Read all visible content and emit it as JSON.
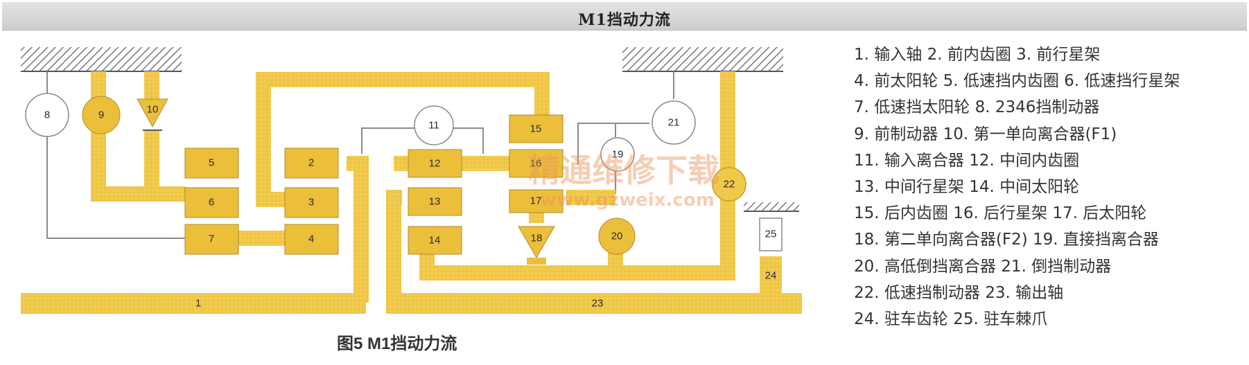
{
  "header": {
    "title": "M1挡动力流"
  },
  "caption": "图5  M1挡动力流",
  "components": {
    "c1": "1",
    "c2": "2",
    "c3": "3",
    "c4": "4",
    "c5": "5",
    "c6": "6",
    "c7": "7",
    "c8": "8",
    "c9": "9",
    "c10": "10",
    "c11": "11",
    "c12": "12",
    "c13": "13",
    "c14": "14",
    "c15": "15",
    "c16": "16",
    "c17": "17",
    "c18": "18",
    "c19": "19",
    "c20": "20",
    "c21": "21",
    "c22": "22",
    "c23": "23",
    "c24": "24",
    "c25": "25"
  },
  "legend": [
    "1. 输入轴    2. 前内齿圈    3. 前行星架",
    "4. 前太阳轮  5. 低速挡内齿圈    6. 低速挡行星架",
    "7. 低速挡太阳轮    8. 2346挡制动器",
    "9. 前制动器       10. 第一单向离合器(F1)",
    "11. 输入离合器    12. 中间内齿圈",
    "13. 中间行星架    14. 中间太阳轮",
    "15. 后内齿圈     16. 后行星架     17. 后太阳轮",
    "18.   第二单向离合器(F2)     19. 直接挡离合器",
    "20. 高低倒挡离合器     21. 倒挡制动器",
    "22. 低速挡制动器    23. 输出轴",
    "24. 驻车齿轮    25. 驻车棘爪"
  ],
  "watermark": {
    "line1": "精通维修下载",
    "line2": "www.gzweix.com"
  },
  "colors": {
    "flow": "#f1c94a",
    "flow_dark": "#ddb12f",
    "block": "#ecbf3b",
    "line": "#888888",
    "header_bg": "#d6d6d6"
  }
}
